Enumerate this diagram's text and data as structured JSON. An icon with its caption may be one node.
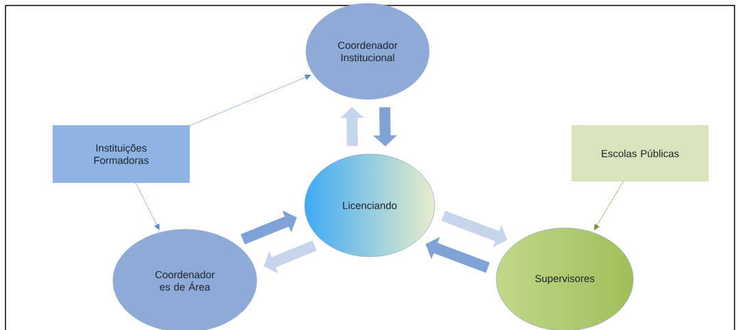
{
  "diagram": {
    "nodes": [
      {
        "text": [
          "Coordenador Institucional"
        ]
      },
      {
        "text": [
          "Instituições Formadoras"
        ]
      },
      {
        "text": [
          "Escolas Públicas"
        ]
      },
      {
        "text": [
          "Licenciando"
        ]
      },
      {
        "text": [
          "Coordenador es de Área"
        ]
      },
      {
        "text": [
          "Supervisores"
        ]
      }
    ],
    "edges": [
      {
        "from": 1,
        "to": 0,
        "arrow": "to",
        "style": "dashed",
        "color": "#5b8bd0"
      },
      {
        "from": 1,
        "to": 4,
        "arrow": "to",
        "style": "dashed",
        "color": "#5b8bd0"
      },
      {
        "from": 2,
        "to": 5,
        "arrow": "to",
        "style": "dashed",
        "color": "#76923c"
      },
      {
        "from": 3,
        "to": 0,
        "arrow": "to",
        "color": "#c6d4ec"
      },
      {
        "from": 0,
        "to": 3,
        "arrow": "to",
        "color": "#7fa3d6"
      },
      {
        "from": 4,
        "to": 3,
        "arrow": "to",
        "color": "#7fa3d6"
      },
      {
        "from": 3,
        "to": 4,
        "arrow": "to",
        "color": "#c6d4ec"
      },
      {
        "from": 3,
        "to": 5,
        "arrow": "to",
        "color": "#c6d4ec"
      },
      {
        "from": 5,
        "to": 3,
        "arrow": "to",
        "color": "#7fa3d6"
      }
    ]
  }
}
